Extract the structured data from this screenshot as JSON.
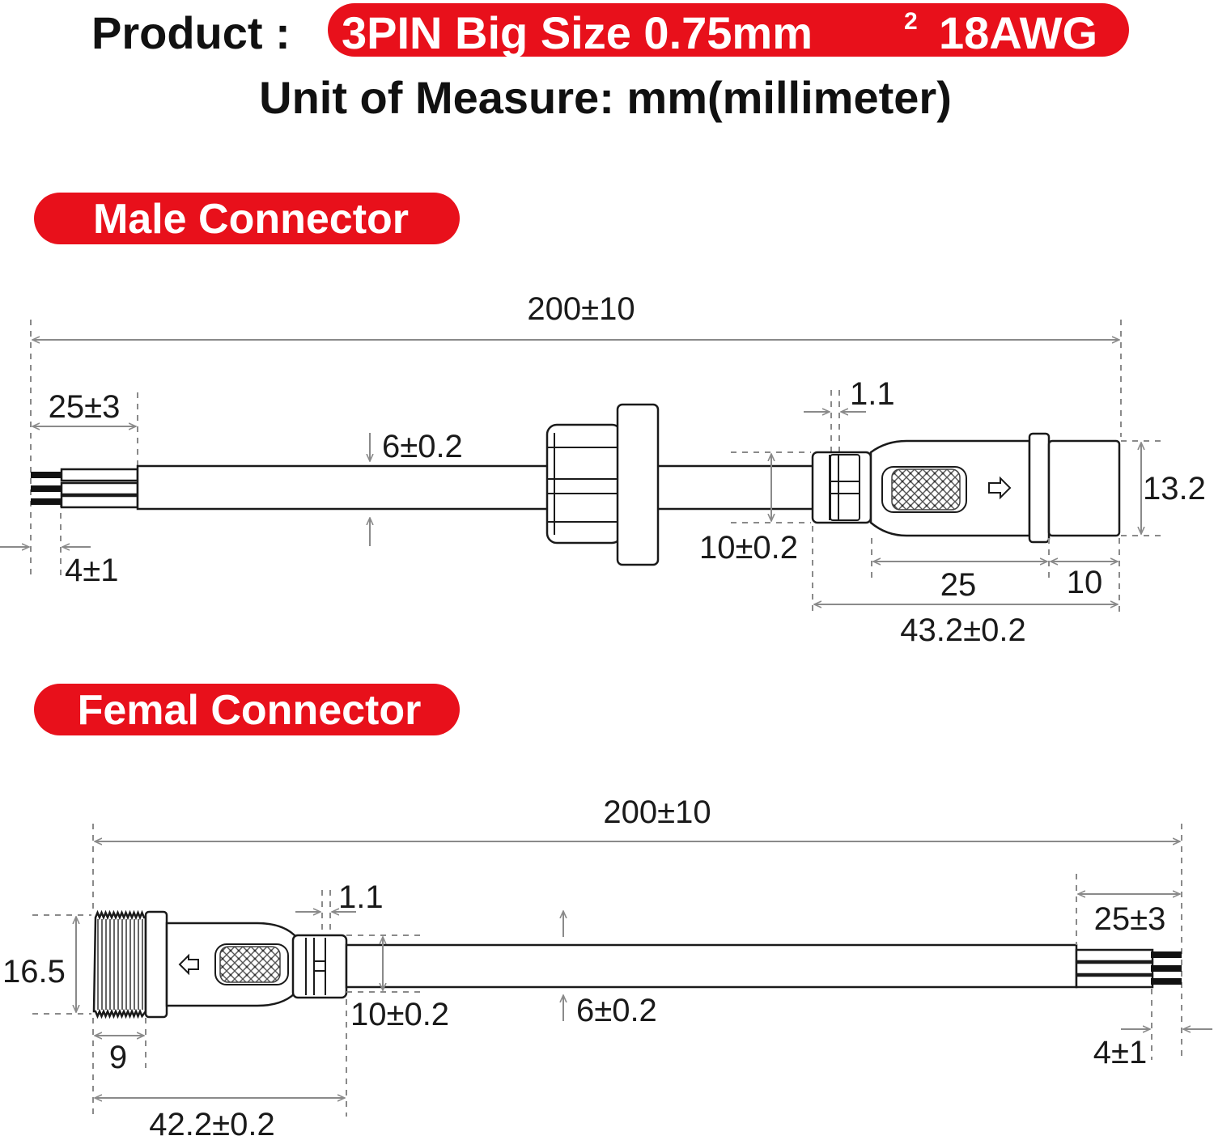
{
  "header": {
    "product_label": "Product :",
    "product_value": "3PIN Big Size  0.75mm",
    "product_sup": "2",
    "product_awg": "18AWG",
    "unit_line": "Unit of Measure:  mm(millimeter)"
  },
  "colors": {
    "accent": "#e8101b",
    "line": "#1a1a1a",
    "dimension": "#8a8a8a"
  },
  "male": {
    "title": "Male Connector",
    "dims": {
      "total_length": "200±10",
      "strip_length": "25±3",
      "tin_length": "4±1",
      "cable_dia": "6±0.2",
      "gap": "1.1",
      "connector_dia": "10±0.2",
      "head_dia": "13.2",
      "body_length": "25",
      "head_length": "10",
      "connector_length": "43.2±0.2"
    }
  },
  "female": {
    "title": "Femal Connector",
    "dims": {
      "total_length": "200±10",
      "gap": "1.1",
      "strip_length": "25±3",
      "thread_dia": "16.5",
      "connector_dia": "10±0.2",
      "cable_dia": "6±0.2",
      "tin_length": "4±1",
      "thread_length": "9",
      "connector_length": "42.2±0.2"
    }
  },
  "icons": [
    "arrow-right-icon",
    "arrow-left-icon",
    "grip-pattern-icon"
  ]
}
